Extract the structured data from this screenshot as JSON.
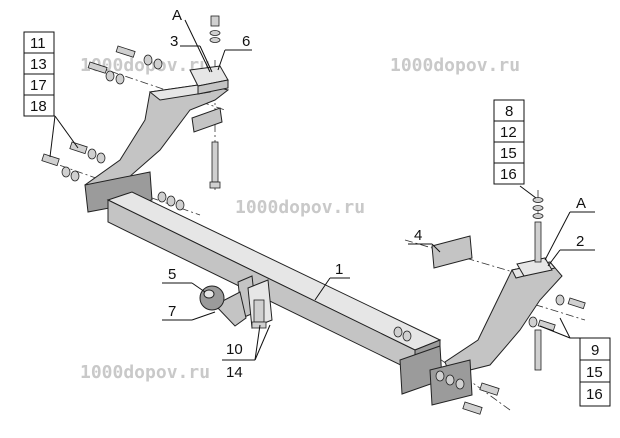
{
  "watermarks": [
    "1000dopov.ru",
    "1000dopov.ru",
    "1000dopov.ru",
    "1000dopov.ru"
  ],
  "labels": {
    "l1": "1",
    "l2": "2",
    "l3": "3",
    "l4": "4",
    "l5": "5",
    "l6": "6",
    "l7": "7",
    "lA1": "A",
    "lA2": "A",
    "stack_left": [
      "11",
      "13",
      "17",
      "18"
    ],
    "stack_right_top": [
      "8",
      "12",
      "15",
      "16"
    ],
    "stack_right_bottom": [
      "9",
      "15",
      "16"
    ],
    "stack_mid": [
      "10",
      "14"
    ]
  }
}
